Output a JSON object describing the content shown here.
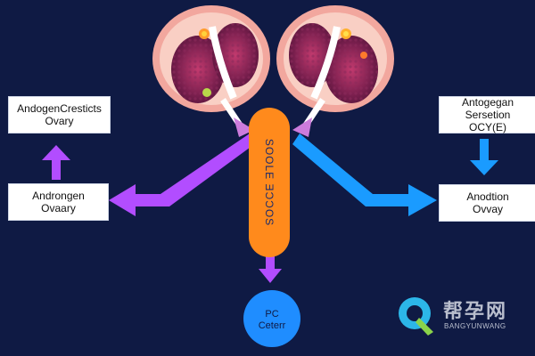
{
  "labels": {
    "top_left": [
      "AndogenCresticts",
      "Ovary"
    ],
    "mid_left": [
      "Androngen",
      "Ovaary"
    ],
    "top_right": [
      "Antogegan Sersetion",
      "OCY(E)"
    ],
    "mid_right": [
      "Anodtion",
      "Ovvay"
    ]
  },
  "pill_text": "SOOLE ƎƆƆOS",
  "circle": [
    "PC",
    "Ceterr"
  ],
  "watermark": {
    "cn": "帮孕网",
    "en": "BANGYUNWANG"
  },
  "colors": {
    "background": "#0f1a44",
    "pill": "#ff8a1c",
    "purple_arrow": "#b24dff",
    "blue_arrow": "#1a9bff",
    "circle": "#1f8dff",
    "organ": "#f7b8b0"
  }
}
